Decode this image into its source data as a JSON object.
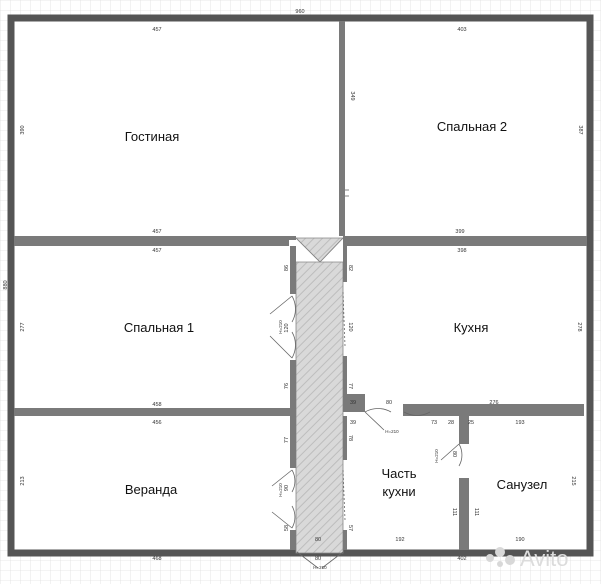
{
  "rooms": {
    "living": "Гостиная",
    "bedroom2": "Спальная 2",
    "bedroom1": "Спальная 1",
    "kitchen": "Кухня",
    "veranda": "Веранда",
    "kitchen_part_line1": "Часть",
    "kitchen_part_line2": "кухни",
    "bathroom": "Санузел"
  },
  "dimensions": {
    "total_width": "960",
    "total_height": "880",
    "living_top": "457",
    "living_bottom": "457",
    "living_side": "390",
    "bedroom2_top": "403",
    "bedroom2_bottom": "399",
    "bedroom2_side": "387",
    "bedroom2_inner": "349",
    "bedroom1_top": "457",
    "bedroom1_bottom": "458",
    "bedroom1_side": "277",
    "kitchen_top": "398",
    "kitchen_side": "278",
    "corridor_a": "86",
    "corridor_b": "120",
    "corridor_c": "76",
    "corridor_d": "82",
    "corridor_e": "120",
    "corridor_f": "77",
    "veranda_top": "456",
    "veranda_bottom": "468",
    "veranda_side": "213",
    "veranda_d1": "77",
    "veranda_d2": "90",
    "veranda_d3": "58",
    "hall_top_a": "39",
    "hall_top_b": "80",
    "hall_top_c": "276",
    "hall_side_a": "39",
    "hall_side_b": "78",
    "hall_side_c": "57",
    "hall_mid_a": "73",
    "hall_mid_b": "28",
    "hall_mid_c": "25",
    "hall_mid_d": "193",
    "kp_side_a": "80",
    "kp_side_b": "111",
    "bath_side_a": "111",
    "bath_side_b": "215",
    "bottom_right_a": "192",
    "bottom_right_b": "190",
    "bottom_total_right": "402",
    "bottom_door_a": "80",
    "bottom_door_b": "80"
  },
  "door_tags": {
    "corridor_door": "H=210",
    "veranda_door": "H=210",
    "hall_door": "H=210",
    "bath_door": "H=210",
    "entrance_door": "H=210"
  },
  "watermark": "Avito"
}
